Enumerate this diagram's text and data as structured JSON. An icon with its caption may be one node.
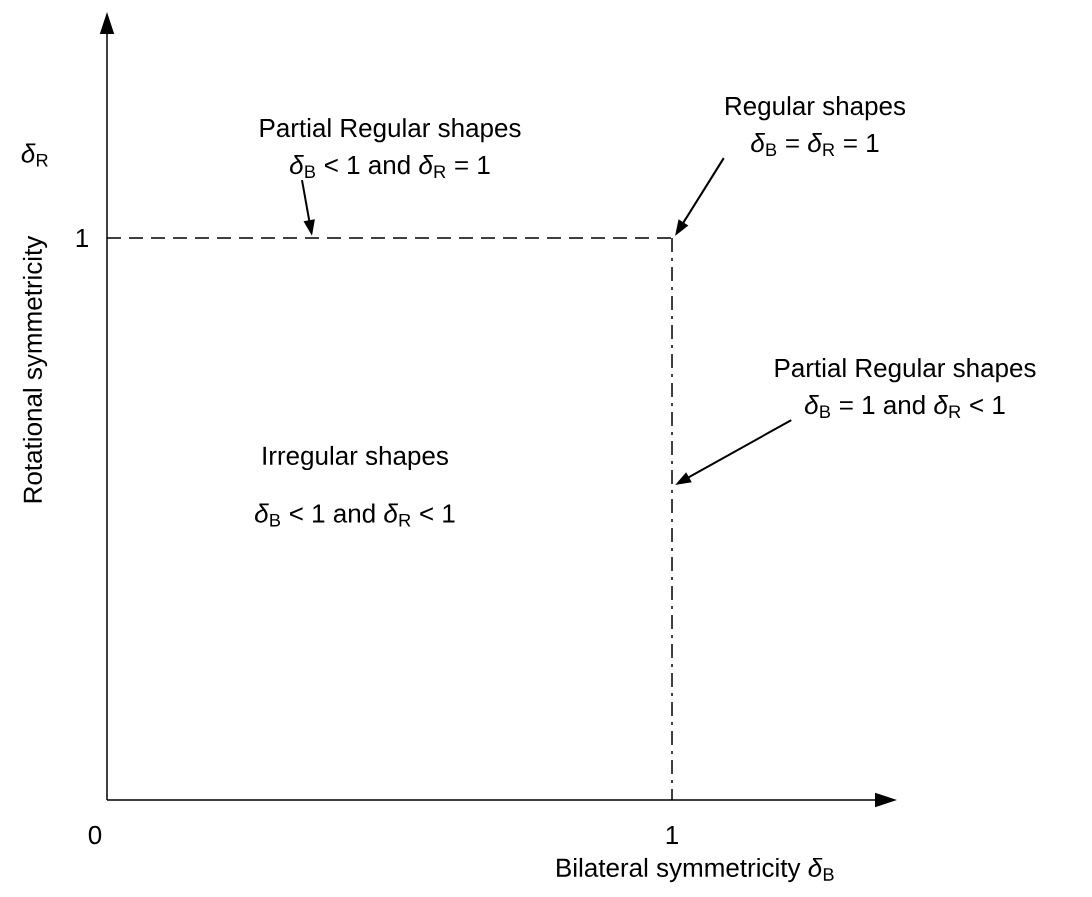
{
  "diagram": {
    "nodes": [
      {
        "text": [
          "Partial Regular shapes",
          "*δ*$_{B}$ < 1 and *δ*$_{R}$ = 1"
        ]
      },
      {
        "text": [
          "Regular shapes",
          "*δ*$_{B}$ = *δ*$_{R}$ = 1"
        ]
      },
      {
        "text": [
          "Partial Regular shapes",
          "*δ*$_{B}$ = 1 and *δ*$_{R}$ < 1"
        ]
      }
    ],
    "edges": [
      {
        "from": 0,
        "to": null,
        "arrow": "to"
      },
      {
        "from": 1,
        "to": null,
        "arrow": "to"
      },
      {
        "from": 2,
        "to": null,
        "arrow": "to"
      }
    ],
    "labels": [
      "*δ*$_{R}$",
      "Rotational symmetricity",
      "1",
      "Irregular shapes",
      "*δ*$_{B}$ < 1 and *δ*$_{R}$ < 1",
      "0",
      "1",
      "Bilateral symmetricity *δ*$_{B}$"
    ]
  }
}
